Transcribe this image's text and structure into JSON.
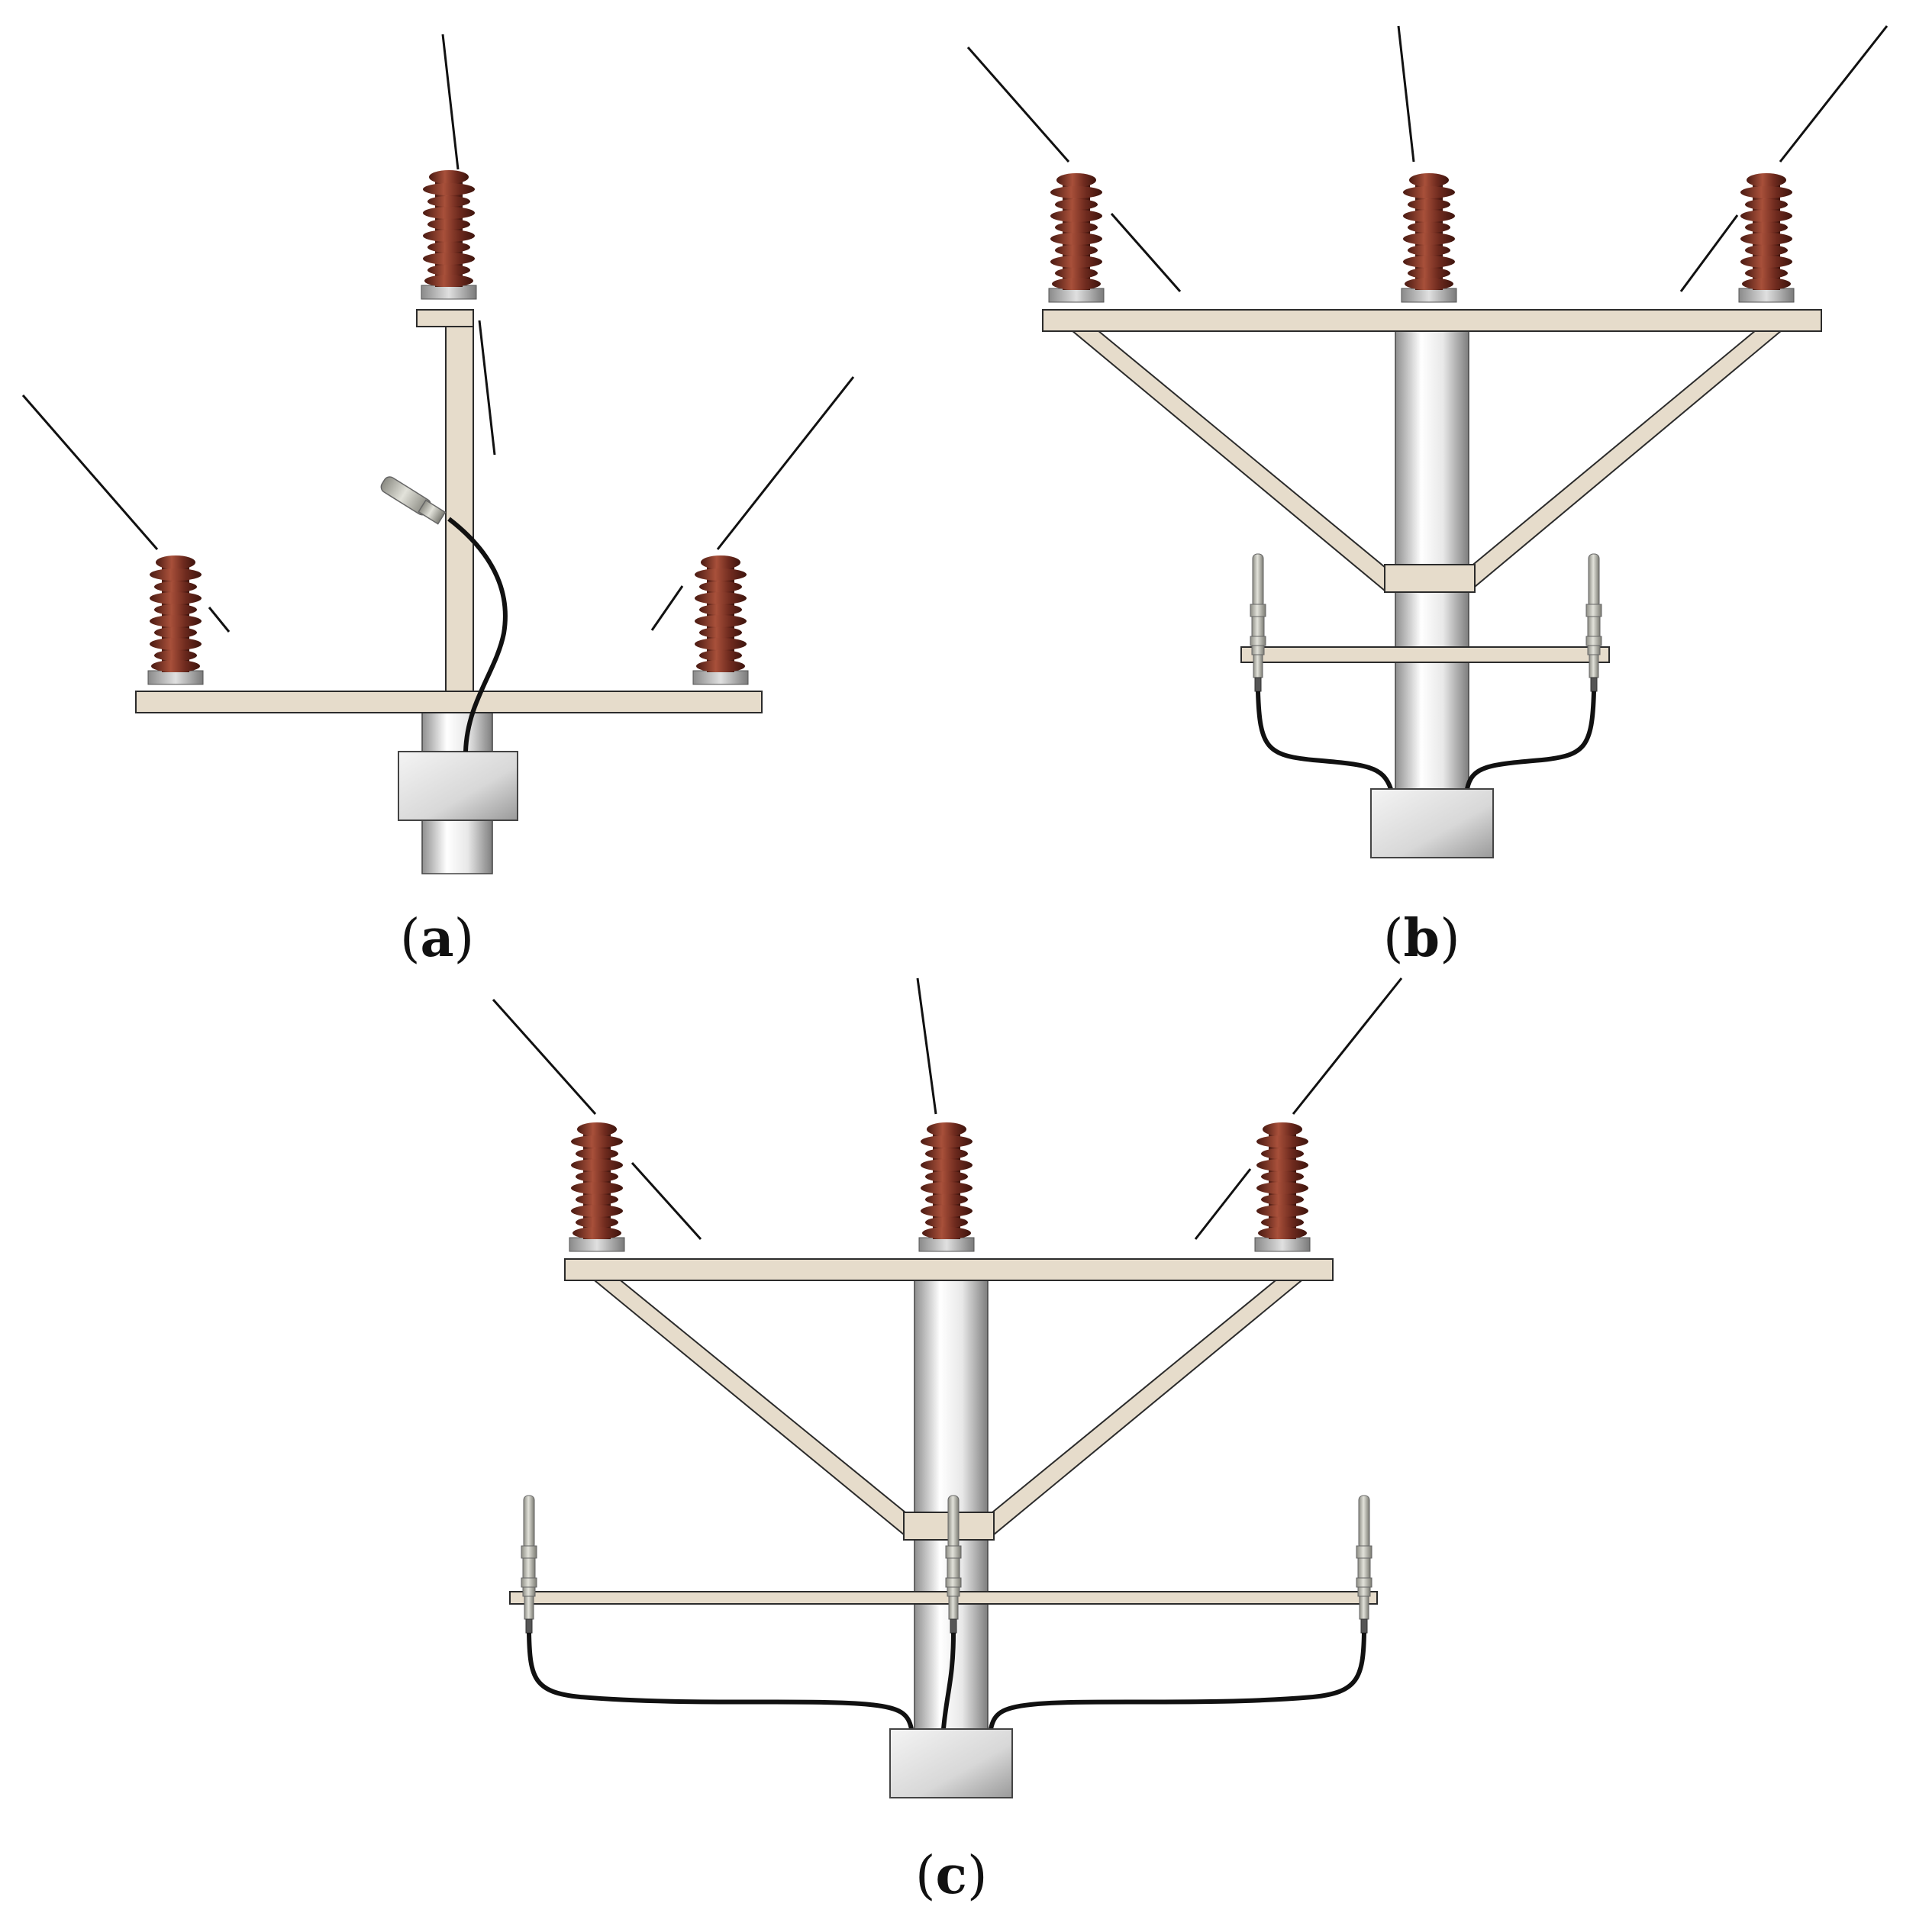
{
  "figure": {
    "colors": {
      "insulator": "#6e2a1e",
      "insulator_highlight": "#a8503a",
      "crossarm": "#e6dccb",
      "crossarm_edge": "#2b2b2b",
      "pole": "#c9c9c9",
      "cable": "#111111",
      "background": "#ffffff"
    },
    "panels": [
      {
        "id": "a",
        "label": "a"
      },
      {
        "id": "b",
        "label": "b"
      },
      {
        "id": "c",
        "label": "c"
      }
    ]
  }
}
